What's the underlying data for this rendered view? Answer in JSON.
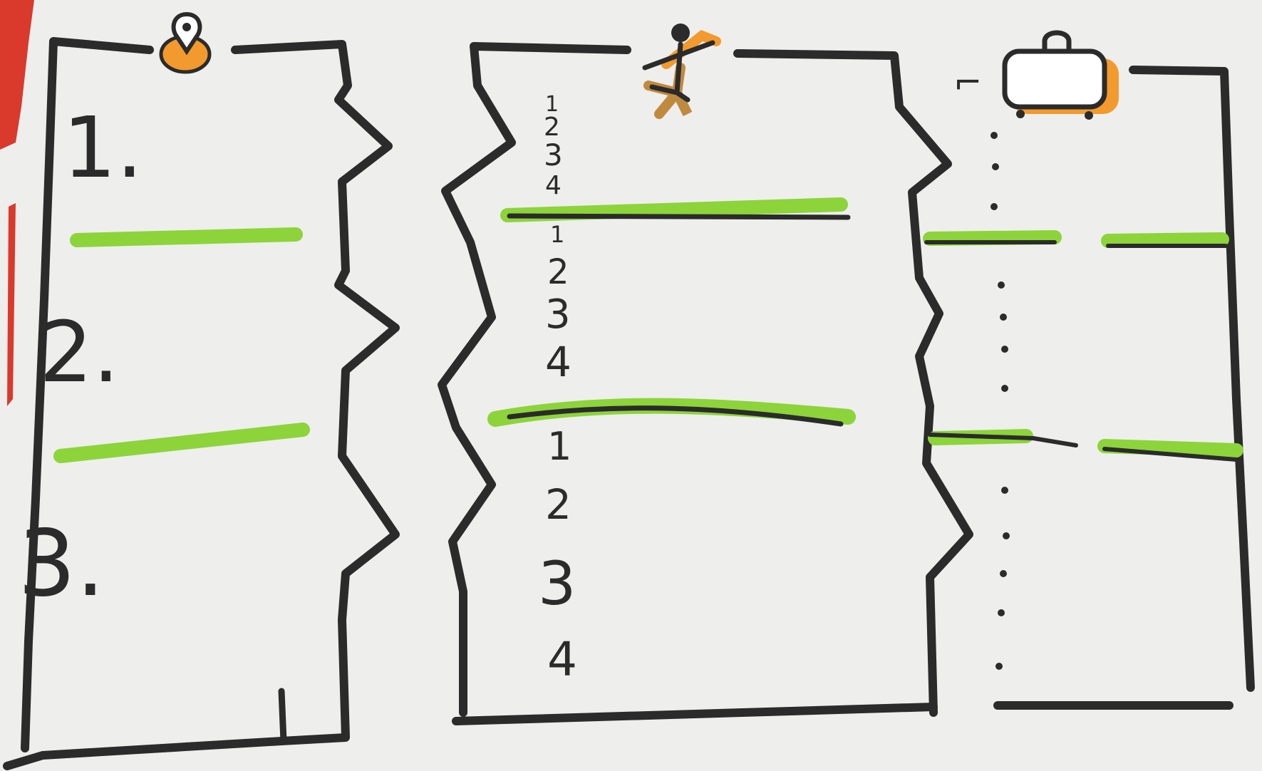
{
  "colors": {
    "paper": "#eeeeed",
    "ink": "#2b2b2b",
    "highlighter_green": "#8cd43a",
    "marker_orange": "#f29a2e",
    "marker_red": "#d93a2b"
  },
  "columns": [
    {
      "icon": "location-pin-icon",
      "labels": [
        "1.",
        "2.",
        "3."
      ]
    },
    {
      "icon": "running-person-icon",
      "groups": [
        [
          "1",
          "2",
          "3",
          "4"
        ],
        [
          "1",
          "2",
          "3",
          "4"
        ],
        [
          "1",
          "2",
          "3",
          "4"
        ]
      ]
    },
    {
      "icon": "suitcase-icon",
      "bracket": "⌐"
    }
  ]
}
